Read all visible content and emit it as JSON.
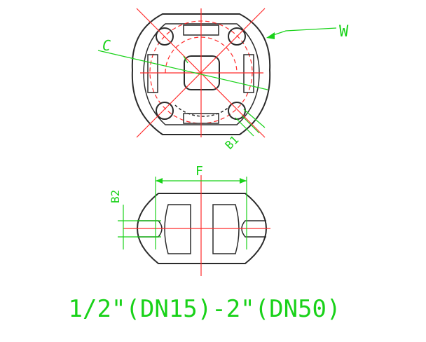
{
  "labels": {
    "w": "W",
    "c": "C",
    "b1": "B1",
    "b2": "B2",
    "f": "F"
  },
  "caption": "1/2\"(DN15)-2\"(DN50)",
  "colors": {
    "outline": "#2b2b2b",
    "centerline": "#ff2a2a",
    "dimension": "#19d219"
  }
}
